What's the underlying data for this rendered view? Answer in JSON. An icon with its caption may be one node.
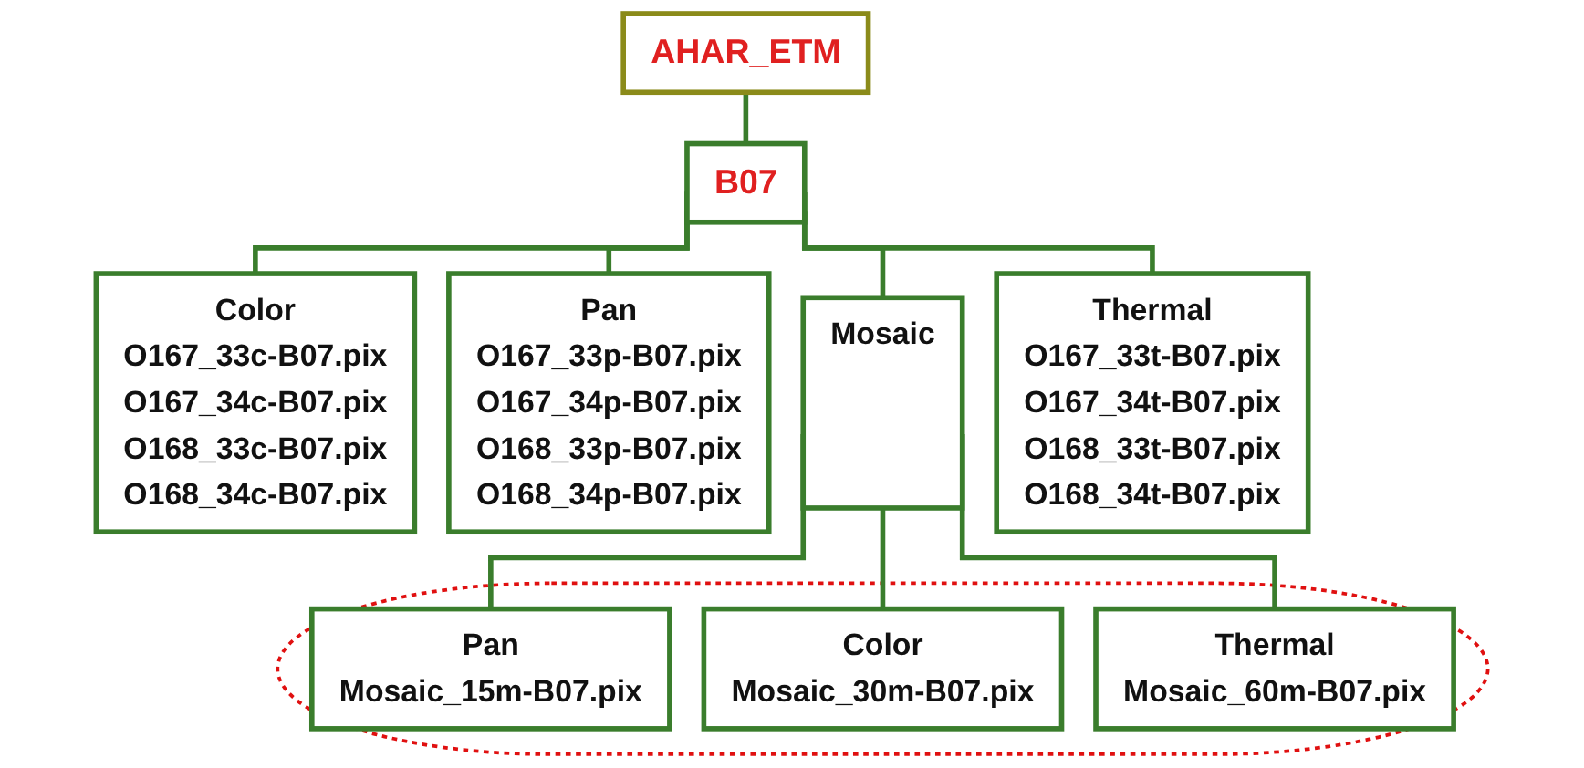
{
  "diagram": {
    "nodes": [
      {
        "text": [
          "AHAR_ETM"
        ]
      },
      {
        "text": [
          "B07"
        ]
      },
      {
        "text": [
          "Color",
          "O167_33c-B07.pix",
          "O167_34c-B07.pix",
          "O168_33c-B07.pix",
          "O168_34c-B07.pix"
        ]
      },
      {
        "text": [
          "Pan",
          "O167_33p-B07.pix",
          "O167_34p-B07.pix",
          "O168_33p-B07.pix",
          "O168_34p-B07.pix"
        ]
      },
      {
        "text": [
          "Mosaic"
        ]
      },
      {
        "text": [
          "Thermal",
          "O167_33t-B07.pix",
          "O167_34t-B07.pix",
          "O168_33t-B07.pix",
          "O168_34t-B07.pix"
        ]
      },
      {
        "text": [],
        "shape": "ellipse"
      },
      {
        "text": [
          "Pan",
          "Mosaic_15m-B07.pix"
        ],
        "in": 6
      },
      {
        "text": [
          "Color",
          "Mosaic_30m-B07.pix"
        ],
        "in": 6
      },
      {
        "text": [
          "Thermal",
          "Mosaic_60m-B07.pix"
        ],
        "in": 6
      }
    ],
    "edges": [
      {
        "from": 0,
        "to": 1,
        "arrow": "none"
      },
      {
        "from": 1,
        "to": 2,
        "arrow": "none"
      },
      {
        "from": 1,
        "to": 3,
        "arrow": "none"
      },
      {
        "from": 1,
        "to": 4,
        "arrow": "none"
      },
      {
        "from": 1,
        "to": 5,
        "arrow": "none"
      },
      {
        "from": 4,
        "to": 7,
        "arrow": "none"
      },
      {
        "from": 4,
        "to": 8,
        "arrow": "none"
      },
      {
        "from": 4,
        "to": 9,
        "arrow": "none"
      }
    ]
  }
}
